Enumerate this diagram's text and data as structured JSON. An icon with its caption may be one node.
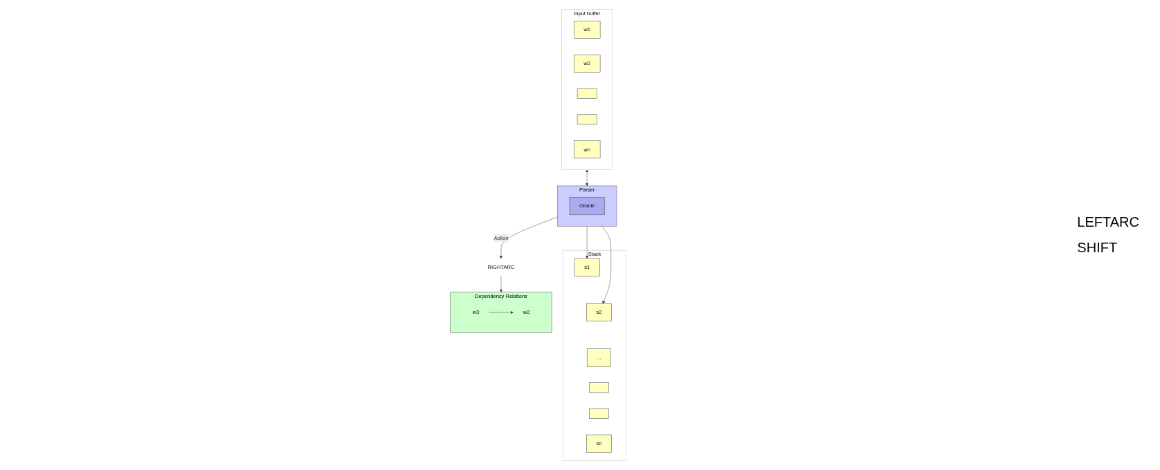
{
  "diagram": {
    "nodes": [
      {
        "text": [
          "Input buffer"
        ]
      },
      {
        "text": [
          "w1"
        ],
        "in": 0
      },
      {
        "text": [
          "w2"
        ],
        "in": 0
      },
      {
        "text": [],
        "shape": "box",
        "in": 0
      },
      {
        "text": [],
        "shape": "box",
        "in": 0
      },
      {
        "text": [
          "wn"
        ],
        "in": 0
      },
      {
        "text": [
          "Stack"
        ]
      },
      {
        "text": [
          "s1"
        ],
        "in": 6
      },
      {
        "text": [
          "s2"
        ],
        "in": 6
      },
      {
        "text": [
          "..."
        ],
        "in": 6
      },
      {
        "text": [],
        "shape": "box",
        "in": 6
      },
      {
        "text": [],
        "shape": "box",
        "in": 6
      },
      {
        "text": [
          "sn"
        ],
        "in": 6
      },
      {
        "text": [
          "Parser"
        ]
      },
      {
        "text": [
          "Oracle"
        ],
        "in": 13
      },
      {
        "text": [
          "RIGHTARC"
        ]
      },
      {
        "text": [
          "Dependency Relations"
        ]
      },
      {
        "text": [
          "w3"
        ],
        "in": 16
      },
      {
        "text": [
          "w2"
        ],
        "in": 16
      }
    ],
    "edges": [
      {
        "from": 0,
        "to": 13,
        "arrow": "both"
      },
      {
        "from": 13,
        "to": 7,
        "arrow": "to"
      },
      {
        "from": 13,
        "to": 8,
        "arrow": "to"
      },
      {
        "from": 13,
        "to": 15,
        "label": "Action",
        "arrow": "to"
      },
      {
        "from": 15,
        "to": 16,
        "arrow": "to"
      },
      {
        "from": 17,
        "to": 18,
        "arrow": "to"
      }
    ],
    "labels": [
      "LEFTARC",
      "SHIFT"
    ]
  }
}
